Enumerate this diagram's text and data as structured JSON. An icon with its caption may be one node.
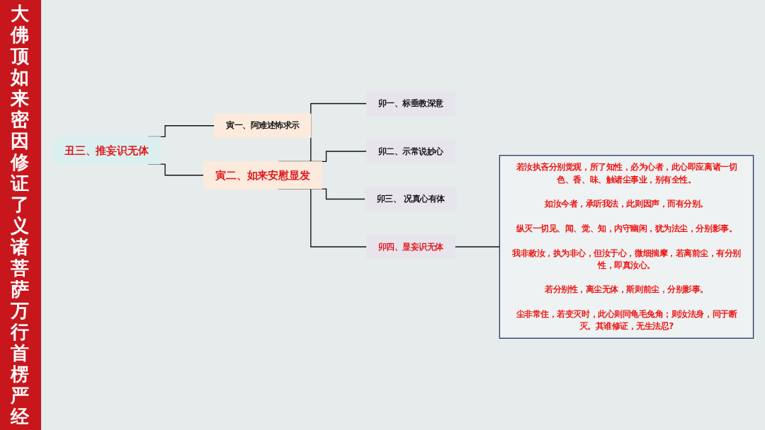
{
  "diagram": {
    "title": "大佛顶如来密因修证了义诸菩萨万行首楞严经",
    "nodes": [
      {
        "text": [
          "丑三、推妄识无体"
        ]
      },
      {
        "text": [
          "寅一、阿难述怖求示"
        ]
      },
      {
        "text": [
          "寅二、如来安慰显发"
        ]
      },
      {
        "text": [
          "卯一、标垂教深意"
        ]
      },
      {
        "text": [
          "卯二、示常说妙心"
        ]
      },
      {
        "text": [
          "卯三、 况真心有体"
        ]
      },
      {
        "text": [
          "卯四、显妄识无体"
        ]
      },
      {
        "text": [
          "若汝执吝分别觉观，所了知性，必为心者，此心即应离诸一切色、香、味、触诸尘事业，别有全性。",
          "如汝今者，承听我法，此则因声，而有分别。",
          "纵灭一切见、闻、觉、知，内守幽闲，犹为法尘，分别影事。",
          "我非敕汝，执为非心，但汝于心，微细揣摩，若离前尘，有分别性，即真汝心。",
          "若分别性，离尘无体，斯则前尘，分别影事。",
          "尘非常住，若变灭时，此心则同龟毛兔角；则汝法身，同于断灭。其谁修证，无生法忍?"
        ]
      }
    ],
    "edges": [
      {
        "from": 0,
        "to": 1,
        "arrow": "none"
      },
      {
        "from": 0,
        "to": 2,
        "arrow": "none"
      },
      {
        "from": 2,
        "to": 3,
        "arrow": "none"
      },
      {
        "from": 2,
        "to": 4,
        "arrow": "none"
      },
      {
        "from": 2,
        "to": 5,
        "arrow": "none"
      },
      {
        "from": 2,
        "to": 6,
        "arrow": "none"
      },
      {
        "from": 6,
        "to": 7,
        "arrow": "none"
      }
    ]
  }
}
